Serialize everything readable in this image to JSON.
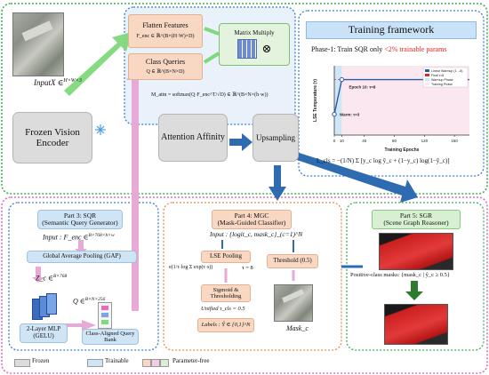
{
  "input": {
    "label": "InputX ∈",
    "dim": "H×W×3"
  },
  "encoder": {
    "label": "Frozen Vision Encoder"
  },
  "sqr_top": {
    "flatten": "Flatten Features",
    "flatten_formula": "F_enc ∈ ℝ^(B×(H·W)×D)",
    "class_queries": "Class Queries",
    "q_formula": "Q ∈ ℝ^(B×N×D)",
    "matrix_multiply": "Matrix Multiply",
    "matrix_symbol": "⊗",
    "m_formula": "M_attn = softmax(Q·F_enc^T/√D) ∈ ℝ^(B×N×(h·w))"
  },
  "attention": {
    "label": "Attention Affinity"
  },
  "upsampling": {
    "label": "Upsampling"
  },
  "training": {
    "title": "Training framework",
    "phase": "Phase-1: Train SQR only ",
    "phase_highlight": "<2% trainable params",
    "chart_ylabel": "LSE Temperature (τ)",
    "chart_xlabel": "Training Epochs",
    "annotation_top": "Epoch 10: τ=8",
    "annotation_start": "Warm: τ=3",
    "legend_items": [
      "Linear Warmup (1→8)",
      "Final τ=8",
      "Warmup Phase",
      "Training Phase"
    ],
    "loss": "L_cls = −(1/N) Σ [y_c log ŷ_c + (1−y_c) log(1−ŷ_c)]"
  },
  "part3": {
    "title": "Part 3: SQR",
    "subtitle": "(Semantic Query Generator)",
    "input_label": "Input : F_enc ∈",
    "input_dim": "B×768×h×w",
    "gap": "Global Average Pooling (GAP)",
    "z_label": "Z_c ∈",
    "z_dim": "B×768",
    "q_label": "Q ∈",
    "q_dim": "B×N×256",
    "mlp": "2-Layer MLP (GELU)",
    "bank": "Class-Aligned Query Bank"
  },
  "part4": {
    "title": "Part 4: MGC",
    "subtitle": "(Mask-Guided Classifier)",
    "input_label": "Input : {logit_c, mask_c}_(c=1)^N",
    "lse": "LSE Pooling",
    "lse_formula": "e(1/τ·log Σ exp(τ·s))",
    "tau": "τ = 8",
    "sigmoid": "Sigmoid & Thresholding",
    "unified": "Unified τ_cls = 0.5",
    "labels": "Labels : Ŷ ∈ {0,1}^N",
    "threshold": "Threshold (0.5)",
    "mask": "Mask_c"
  },
  "part5": {
    "title": "Part 5: SGR",
    "subtitle": "(Scene Graph Reasoner)",
    "positive": "Positive-class masks: {mask_c | ŷ_c ≥ 0.5}"
  },
  "legend": {
    "frozen": "Frozen",
    "trainable": "Trainable",
    "param_free": "Parameter-free"
  },
  "colors": {
    "green_arrow": "#7fd87a",
    "blue_arrow": "#2e6bb0",
    "pink_arrow": "#e7a9d6",
    "frame_green": "#3fae53",
    "frame_orange": "#e88a4d",
    "frame_pink": "#e56bc0",
    "frame_blue": "#3a7bd5"
  },
  "chart_data": {
    "type": "line",
    "xlabel": "Training Epochs",
    "ylabel": "LSE Temperature (τ)",
    "x": [
      0,
      10,
      20,
      40,
      60,
      80,
      100,
      120,
      140,
      160,
      180
    ],
    "series": [
      {
        "values": [
          3,
          8,
          8,
          8,
          8,
          8,
          8,
          8,
          8,
          8,
          8
        ]
      }
    ],
    "xticks": [
      "0",
      "10",
      "40",
      "80",
      "120",
      "160"
    ],
    "ylim": [
      0,
      10
    ],
    "xlim": [
      0,
      180
    ]
  }
}
